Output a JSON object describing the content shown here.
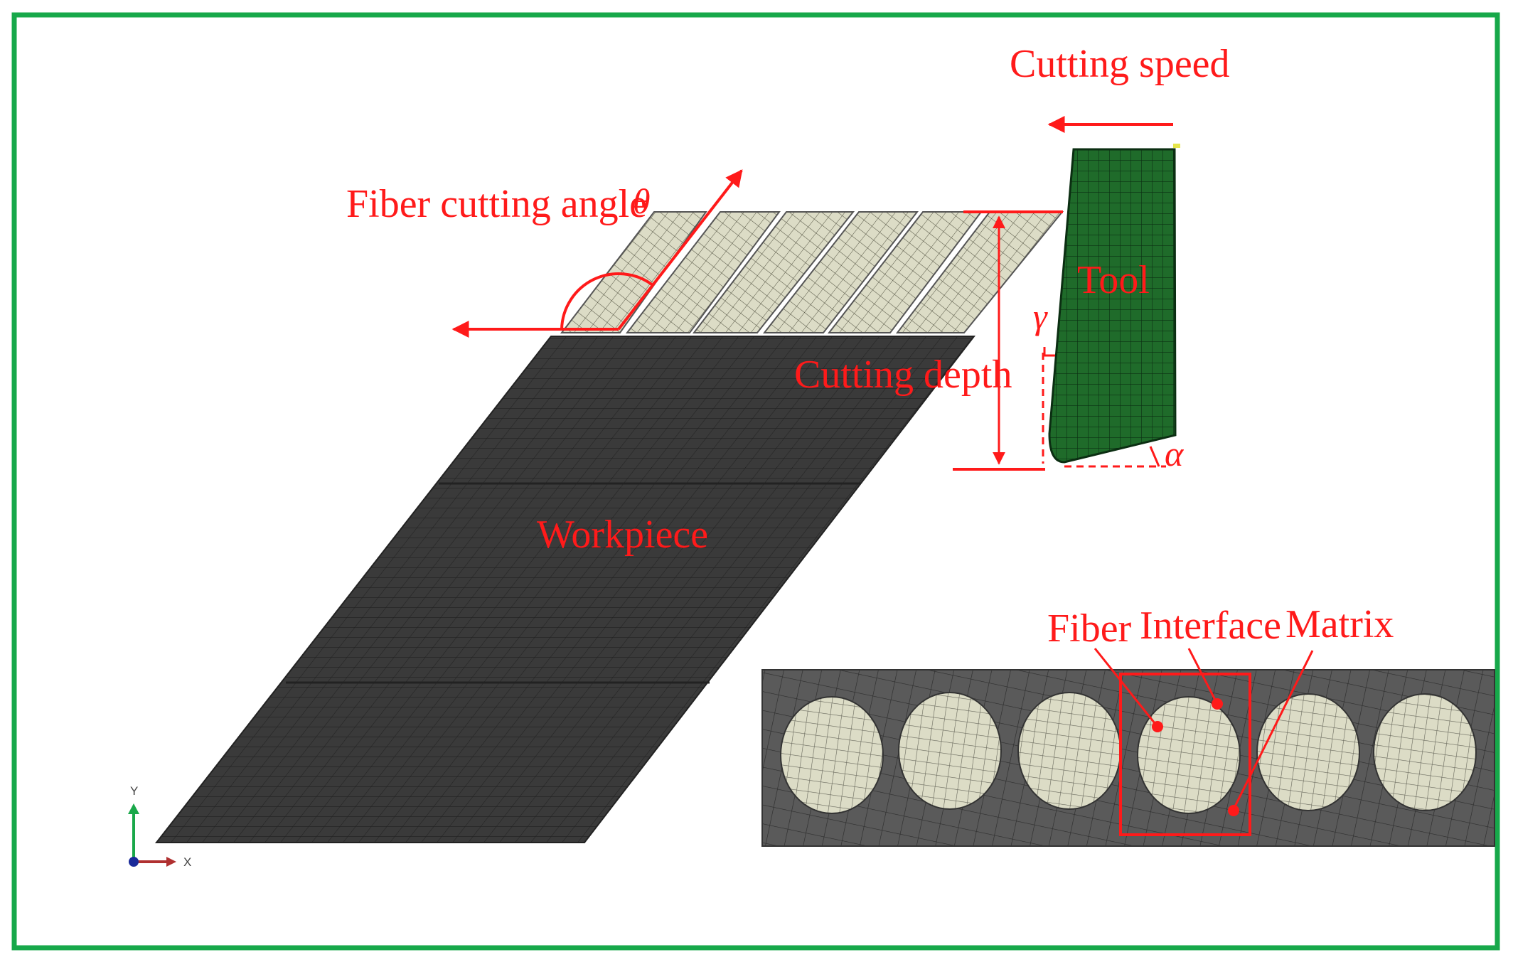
{
  "labels": {
    "cutting_speed": "Cutting speed",
    "fiber_cutting_angle": "Fiber cutting angle",
    "theta": "θ",
    "tool": "Tool",
    "gamma": "γ",
    "alpha": "α",
    "cutting_depth": "Cutting depth",
    "workpiece": "Workpiece",
    "fiber": "Fiber",
    "interface": "Interface",
    "matrix": "Matrix"
  },
  "axes": {
    "y": "Y",
    "x": "X"
  },
  "colors": {
    "frame": "#17a84a",
    "annotation": "#ff1a1a",
    "tool": "#1f6b2a",
    "workpiece": "#3c3c3c",
    "fiber": "#dcdcc6",
    "matrix": "#555555",
    "axis_y": "#1aa84a",
    "axis_x": "#b03030",
    "axis_origin": "#1a2a9a"
  }
}
